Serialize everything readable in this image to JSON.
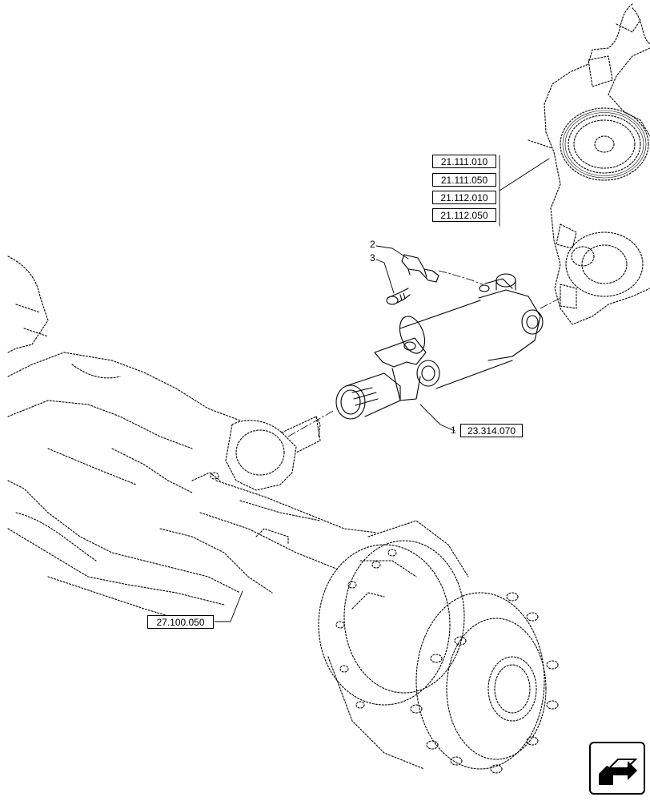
{
  "diagram": {
    "callouts": {
      "item1": "1",
      "item2": "2",
      "item3": "3"
    },
    "references": {
      "ref_item1": "23.314.070",
      "engine_refs": [
        "21.111.010",
        "21.111.050",
        "21.112.010",
        "21.112.050"
      ],
      "axle_ref": "27.100.050"
    },
    "nav_icon": "next-page-arrow-icon"
  }
}
